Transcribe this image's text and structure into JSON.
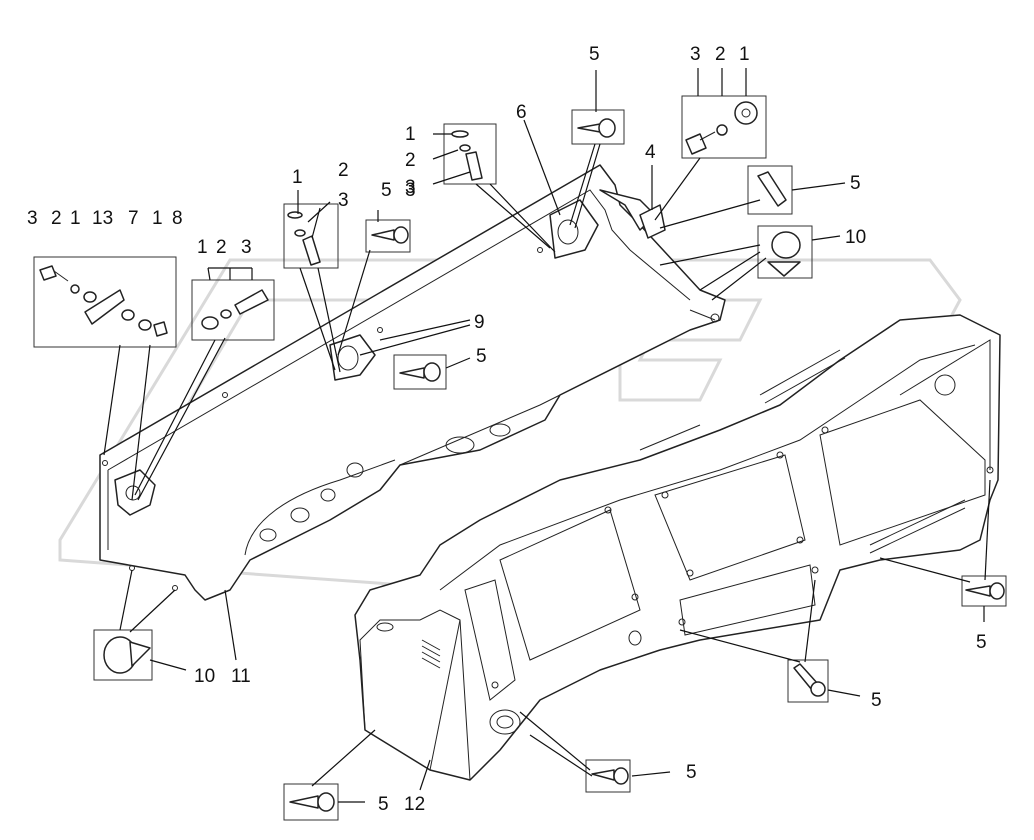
{
  "diagram": {
    "callouts": {
      "c3a": "3",
      "c2a": "2",
      "c1a": "1",
      "c13": "13",
      "c7": "7",
      "c1b": "1",
      "c8": "8",
      "c1c": "1",
      "c2c": "2",
      "c3c": "3",
      "c1d": "1",
      "c2d": "2",
      "c3d": "3",
      "c5a": "5",
      "c3e": "3",
      "c1f": "1",
      "c2f": "2",
      "c3f": "3",
      "c6": "6",
      "c5top": "5",
      "c3g": "3",
      "c2g": "2",
      "c1g": "1",
      "c4": "4",
      "c5r": "5",
      "c10a": "10",
      "c9": "9",
      "c5m": "5",
      "c10b": "10",
      "c11": "11",
      "c5b1": "5",
      "c12": "12",
      "c5b2": "5",
      "c5b3": "5",
      "c5b4": "5"
    },
    "watermark": "OPEX",
    "colors": {
      "line": "#111111",
      "watermark": "#d9d9d9",
      "background": "#ffffff"
    }
  }
}
